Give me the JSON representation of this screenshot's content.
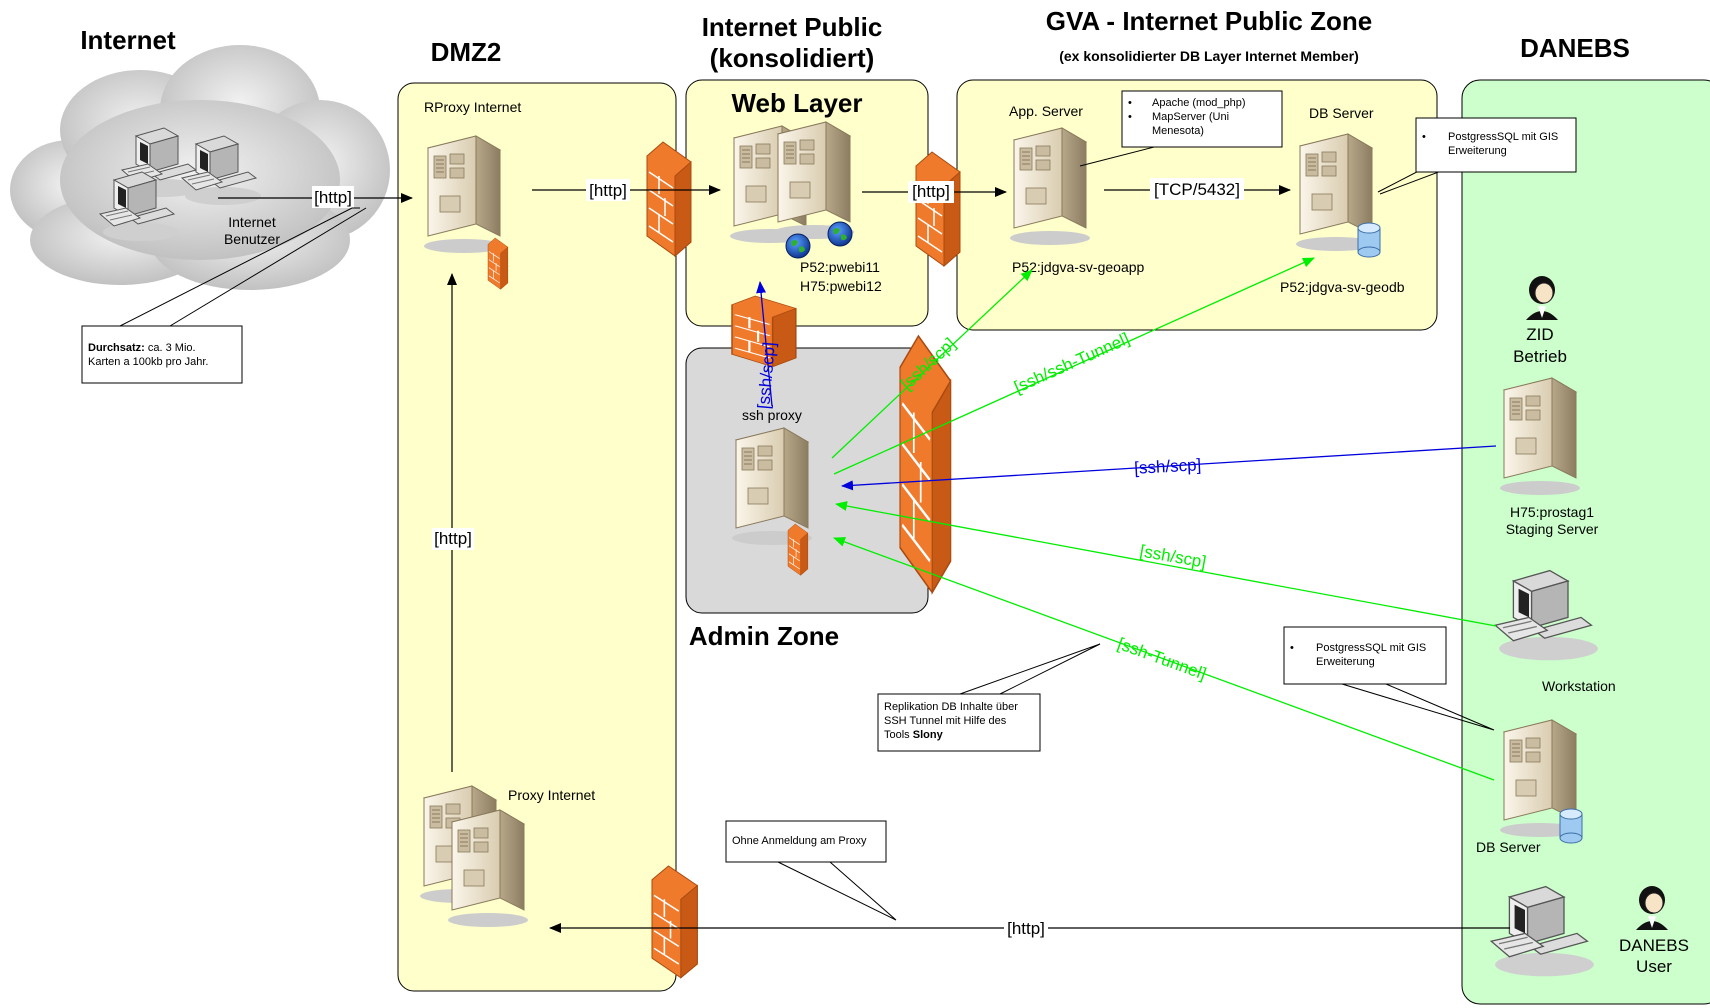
{
  "zones": {
    "internet": "Internet",
    "dmz2": "DMZ2",
    "internet_public_1": "Internet Public",
    "internet_public_2": "(konsolidiert)",
    "web_layer": "Web Layer",
    "gva_title": "GVA - Internet Public Zone",
    "gva_subtitle": "(ex konsolidierter DB Layer Internet Member)",
    "danebs": "DANEBS",
    "admin_zone": "Admin Zone"
  },
  "nodes": {
    "internet_user_1": "Internet",
    "internet_user_2": "Benutzer",
    "rproxy": "RProxy Internet",
    "proxy_internet": "Proxy Internet",
    "web_server_1": "P52:pwebi11",
    "web_server_2": "H75:pwebi12",
    "app_server_title": "App. Server",
    "app_server_name": "P52:jdgva-sv-geoapp",
    "db_server_title": "DB Server",
    "db_server_name": "P52:jdgva-sv-geodb",
    "ssh_proxy": "ssh proxy",
    "zid_1": "ZID",
    "zid_2": "Betrieb",
    "staging_1": "H75:prostag1",
    "staging_2": "Staging Server",
    "workstation": "Workstation",
    "danebs_db": "DB Server",
    "danebs_user_1": "DANEBS",
    "danebs_user_2": "User"
  },
  "edges": {
    "http_internet": "[http]",
    "http_rproxy_web": "[http]",
    "http_web_app": "[http]",
    "tcp_app_db": "[TCP/5432]",
    "http_proxy_up": "[http]",
    "http_danebs": "[http]",
    "ssh_scp_web": "[ssh/scp]",
    "ssh_scp_app": "[ssh/scp]",
    "ssh_tunnel_db": "[ssh/ssh-Tunnel]",
    "ssh_scp_staging": "[ssh/scp]",
    "ssh_scp_workstation": "[ssh/scp]",
    "ssh_tunnel_danebs": "[ssh-Tunnel]"
  },
  "notes": {
    "throughput_bold": "Durchsatz:",
    "throughput_1": " ca. 3 Mio.",
    "throughput_2": "Karten a 100kb pro Jahr.",
    "app_note_1": "Apache (mod_php)",
    "app_note_2": "MapServer (Uni",
    "app_note_3": "Menesota)",
    "db_note_1": "PostgressSQL mit GIS",
    "db_note_2": "Erweiterung",
    "danebs_db_note_1": "PostgressSQL mit GIS",
    "danebs_db_note_2": "Erweiterung",
    "replication_1": "Replikation DB Inhalte über",
    "replication_2": "SSH Tunnel mit Hilfe des",
    "replication_3_pre": "Tools ",
    "replication_3_bold": "Slony",
    "proxy_note": "Ohne Anmeldung am Proxy"
  },
  "colors": {
    "zone_fill": "#ffffcc",
    "danebs_fill": "#ccffcc",
    "admin_fill": "#d9d9d9",
    "firewall": "#f07a2c",
    "green_link": "#00ee00",
    "blue_link": "#0000dd"
  }
}
